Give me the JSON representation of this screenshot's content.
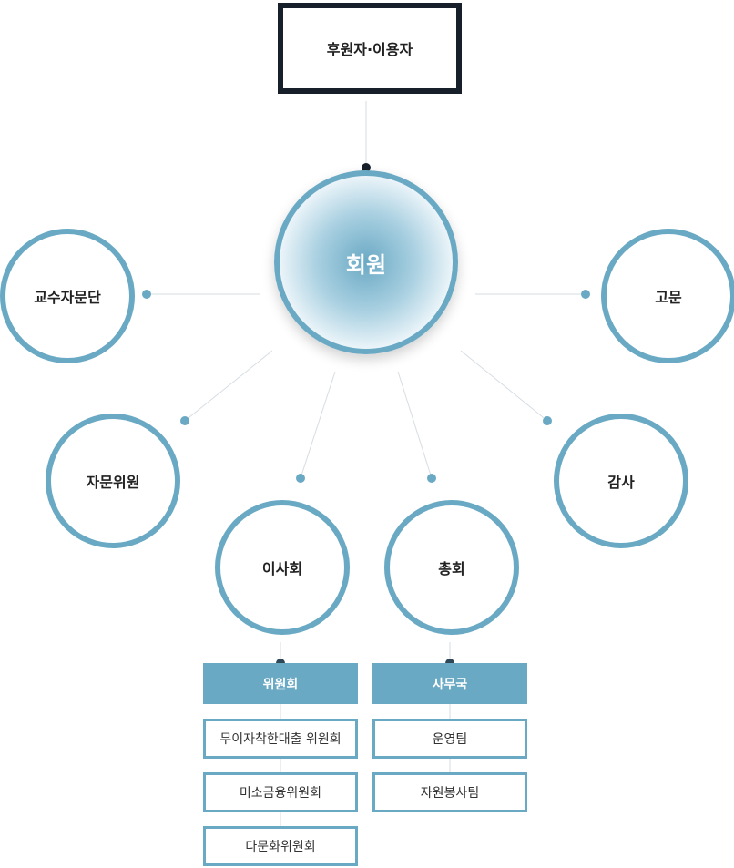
{
  "top": {
    "label": "후원자·이용자"
  },
  "center": {
    "label": "회원"
  },
  "nodes": {
    "professors": "교수자문단",
    "advisor": "고문",
    "advisory_committee": "자문위원",
    "audit": "감사",
    "board": "이사회",
    "general_assembly": "총회"
  },
  "committee": {
    "header": "위원회",
    "items": [
      "무이자착한대출 위원회",
      "미소금융위원회",
      "다문화위원회"
    ]
  },
  "secretariat": {
    "header": "사무국",
    "items": [
      "운영팀",
      "자원봉사팀"
    ]
  },
  "colors": {
    "accent": "#6aa9c4",
    "dark": "#17202a",
    "line": "#d6dde2"
  }
}
